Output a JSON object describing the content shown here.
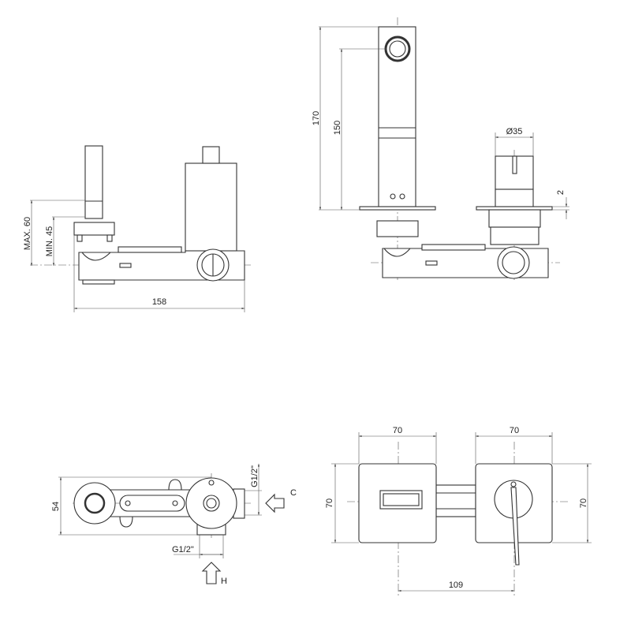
{
  "views": {
    "side_view": {
      "dim_max": "MAX. 60",
      "dim_min": "MIN. 45",
      "dim_width": "158"
    },
    "side_view_assembled": {
      "dim_spout_height": "170",
      "dim_outlet_height": "150",
      "dim_handle_diameter": "Ø35",
      "dim_plate_thickness": "2"
    },
    "top_view": {
      "dim_depth": "54",
      "dim_cold_thread": "G1/2\"",
      "dim_hot_thread": "G1/2\"",
      "label_cold": "C",
      "label_hot": "H"
    },
    "front_view": {
      "dim_plate_left_width": "70",
      "dim_plate_right_width": "70",
      "dim_plate_left_height": "70",
      "dim_plate_right_height": "70",
      "dim_center_distance": "109"
    }
  }
}
